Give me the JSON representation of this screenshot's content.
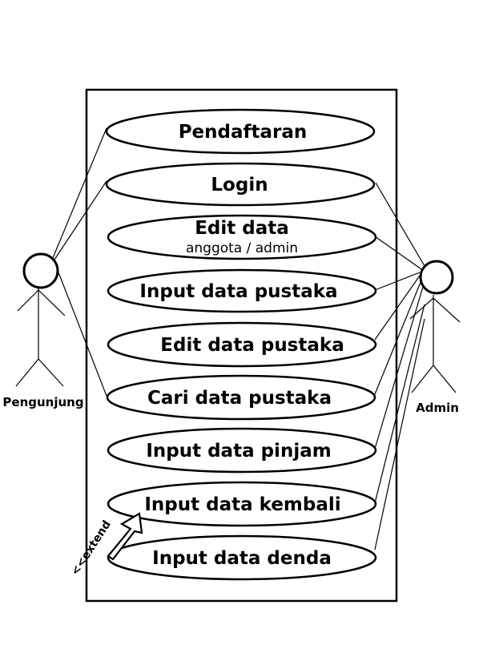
{
  "diagram": {
    "use_cases": [
      {
        "id": "pendaftaran",
        "label": "Pendaftaran"
      },
      {
        "id": "login",
        "label": "Login"
      },
      {
        "id": "edit-data",
        "label": "Edit data",
        "sublabel": "anggota / admin"
      },
      {
        "id": "input-data-pustaka",
        "label": "Input data pustaka"
      },
      {
        "id": "edit-data-pustaka",
        "label": "Edit data pustaka"
      },
      {
        "id": "cari-data-pustaka",
        "label": "Cari data pustaka"
      },
      {
        "id": "input-data-pinjam",
        "label": "Input data pinjam"
      },
      {
        "id": "input-data-kembali",
        "label": "Input data kembali"
      },
      {
        "id": "input-data-denda",
        "label": "Input data denda"
      }
    ],
    "actors": {
      "pengunjung": {
        "label": "Pengunjung"
      },
      "admin": {
        "label": "Admin"
      }
    },
    "extend_label": "<<extend",
    "associations": {
      "pengunjung": [
        "pendaftaran",
        "login",
        "cari-data-pustaka"
      ],
      "admin": [
        "login",
        "edit-data",
        "input-data-pustaka",
        "edit-data-pustaka",
        "cari-data-pustaka",
        "input-data-pinjam",
        "input-data-kembali",
        "input-data-denda"
      ]
    },
    "extends": [
      {
        "from": "input-data-denda",
        "to": "input-data-kembali"
      }
    ]
  }
}
